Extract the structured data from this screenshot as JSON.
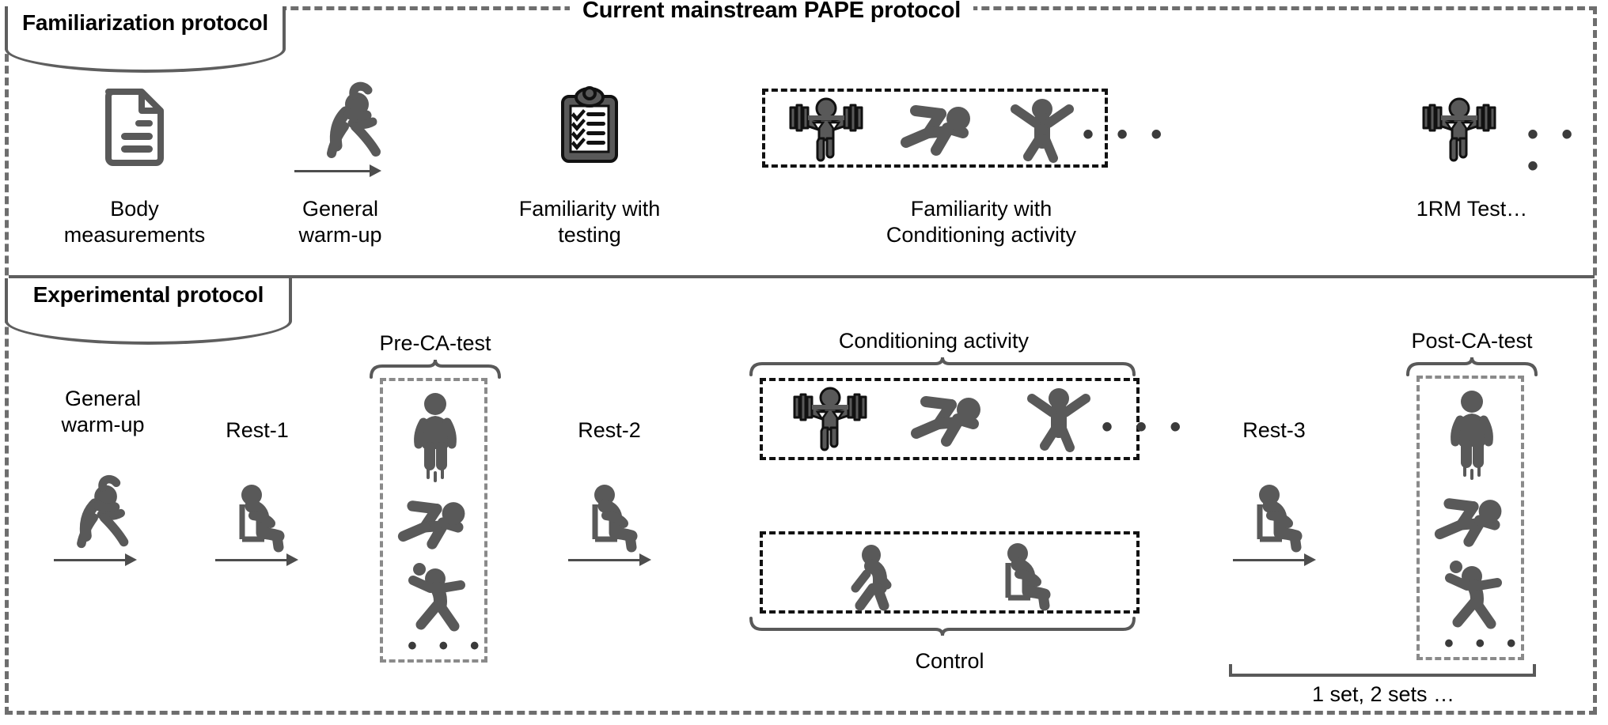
{
  "figure": {
    "title": "Current mainstream PAPE protocol",
    "sections": [
      {
        "tab_label": "Familiarization protocol"
      },
      {
        "tab_label": "Experimental protocol"
      }
    ]
  },
  "familiarization": {
    "steps": [
      {
        "label": "Body\nmeasurements",
        "icon": "document-icon"
      },
      {
        "label": "General\nwarm-up",
        "icon": "stretching-person-icon"
      },
      {
        "label": "Familiarity with\ntesting",
        "icon": "clipboard-checklist-icon"
      },
      {
        "label": "Familiarity with\nConditioning activity",
        "icon": "exercise-group-icon"
      },
      {
        "label": "1RM Test…",
        "icon": "weightlifter-icon"
      }
    ],
    "conditioning_icons": [
      "weightlifter-icon",
      "sprinter-icon",
      "jumping-person-icon"
    ],
    "ellipsis": "• • •"
  },
  "experimental": {
    "general_warmup_label": "General\nwarm-up",
    "rest1_label": "Rest-1",
    "rest2_label": "Rest-2",
    "rest3_label": "Rest-3",
    "pre_test_label": "Pre-CA-test",
    "post_test_label": "Post-CA-test",
    "conditioning_label": "Conditioning activity",
    "control_label": "Control",
    "sets_label": "1 set, 2 sets …",
    "test_icons": [
      "vertical-jump-icon",
      "sprinter-icon",
      "throwing-person-icon"
    ],
    "conditioning_icons": [
      "weightlifter-icon",
      "sprinter-icon",
      "jumping-person-icon"
    ],
    "control_icons": [
      "walking-person-icon",
      "seated-person-icon"
    ],
    "ellipsis": "• • •"
  },
  "colors": {
    "frame": "#6e6e6e",
    "icon": "#595959",
    "dashed_box": "#111111",
    "dashed_box_gray": "#8a8a8a",
    "text": "#000000"
  }
}
